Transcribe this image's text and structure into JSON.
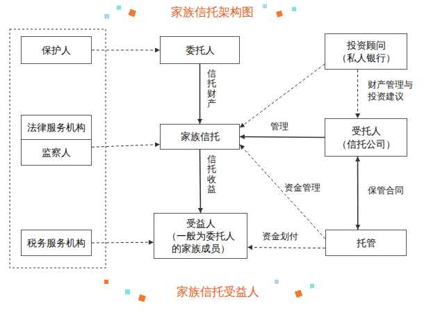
{
  "diagram": {
    "title": "家族信托架构图",
    "caption": "家族信托受益人",
    "nodes": [
      {
        "text": [
          "保护人"
        ]
      },
      {
        "text": [
          "委托人"
        ]
      },
      {
        "text": [
          "投资顾问 （私人银行）"
        ]
      },
      {
        "text": [
          "法律服务机构"
        ]
      },
      {
        "text": [
          "监察人"
        ]
      },
      {
        "text": [
          "家族信托"
        ]
      },
      {
        "text": [
          "受托人 （信托公司）"
        ]
      },
      {
        "text": [
          "税务服务机构"
        ]
      },
      {
        "text": [
          "受益人 （一般为委托人 的家族成员）"
        ]
      },
      {
        "text": [
          "托管"
        ]
      }
    ],
    "edges": [
      {
        "from": 0,
        "to": 1,
        "arrow": "to"
      },
      {
        "from": 1,
        "to": 5,
        "label": "信托财产",
        "arrow": "to"
      },
      {
        "from": 2,
        "to": 5,
        "arrow": "to"
      },
      {
        "from": 2,
        "to": 6,
        "label": "财产管理与投资建议",
        "arrow": "to"
      },
      {
        "from": 6,
        "to": 5,
        "label": "管理",
        "arrow": "to"
      },
      {
        "from": 4,
        "to": 5,
        "arrow": "to"
      },
      {
        "from": 5,
        "to": 8,
        "label": "信托收益",
        "arrow": "to"
      },
      {
        "from": 9,
        "to": 5,
        "label": "资金管理",
        "arrow": "to"
      },
      {
        "from": 6,
        "to": 9,
        "label": "保管合同",
        "arrow": "both"
      },
      {
        "from": 9,
        "to": 8,
        "label": "资金划付",
        "arrow": "to"
      },
      {
        "from": 7,
        "to": 8,
        "arrow": "to"
      }
    ]
  }
}
